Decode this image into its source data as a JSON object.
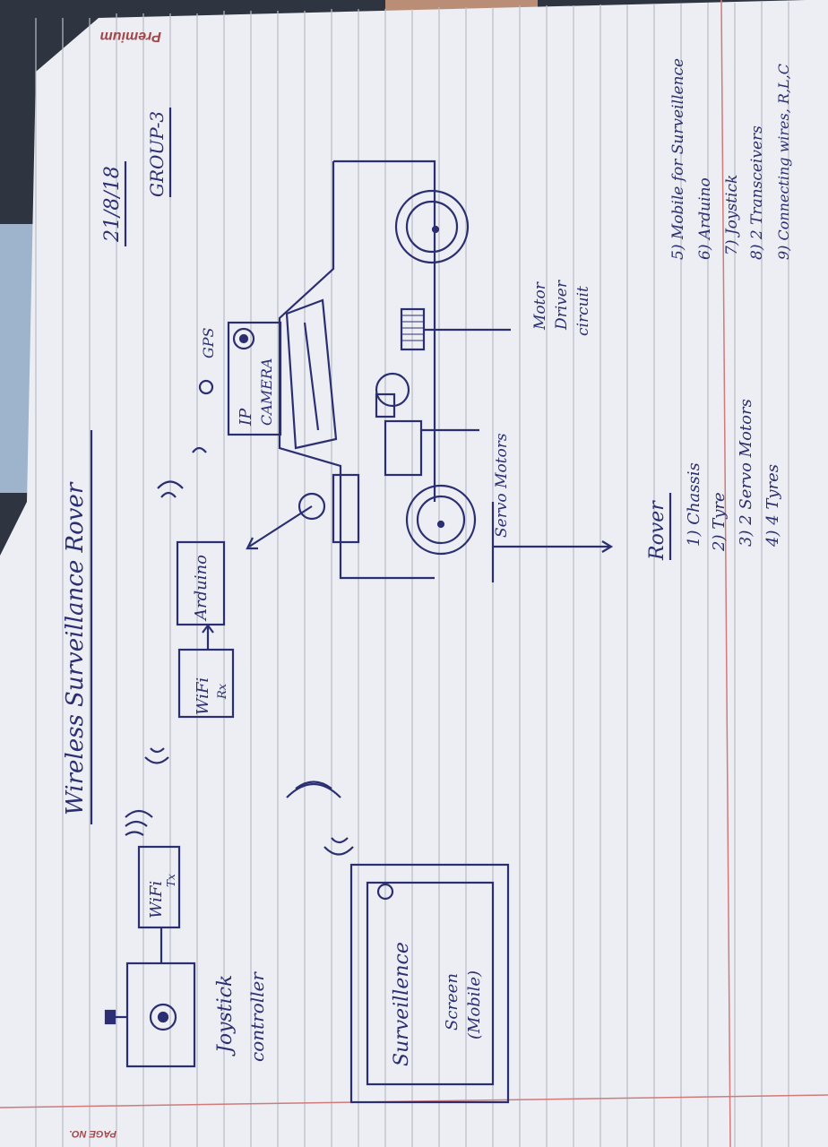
{
  "page": {
    "brand": "Premium",
    "page_no_label": "PAGE NO.",
    "title": "Wireless Surveillance Rover",
    "date": "21/8/18",
    "group": "GROUP-3"
  },
  "diagram": {
    "joystick_label_1": "Joystick",
    "joystick_label_2": "controller",
    "wifi_tx": "WiFi",
    "wifi_tx_sub": "Tx",
    "wifi_rx": "WiFi",
    "wifi_rx_sub": "Rx",
    "arduino": "Arduino",
    "ip_camera_1": "IP",
    "ip_camera_2": "CAMERA",
    "gps": "GPS",
    "servo_motor": "Servo Motors",
    "motor_driver_1": "Motor",
    "motor_driver_2": "Driver",
    "motor_driver_3": "circuit",
    "screen_1": "Surveillence",
    "screen_2": "Screen",
    "screen_3": "(Mobile)"
  },
  "parts": {
    "heading": "Rover",
    "items": [
      "1) Chassis",
      "2) Tyre",
      "3) 2 Servo Motors",
      "4) 4 Tyres",
      "5) Mobile for Surveillence",
      "6) Arduino",
      "7) Joystick",
      "8) 2 Transceivers",
      "9) Connecting wires, R,L,C"
    ]
  },
  "colors": {
    "ink": "#2b2f72",
    "paper": "#eceef3",
    "rule_line": "#b9bcc8",
    "margin_line": "#d07a7a"
  }
}
